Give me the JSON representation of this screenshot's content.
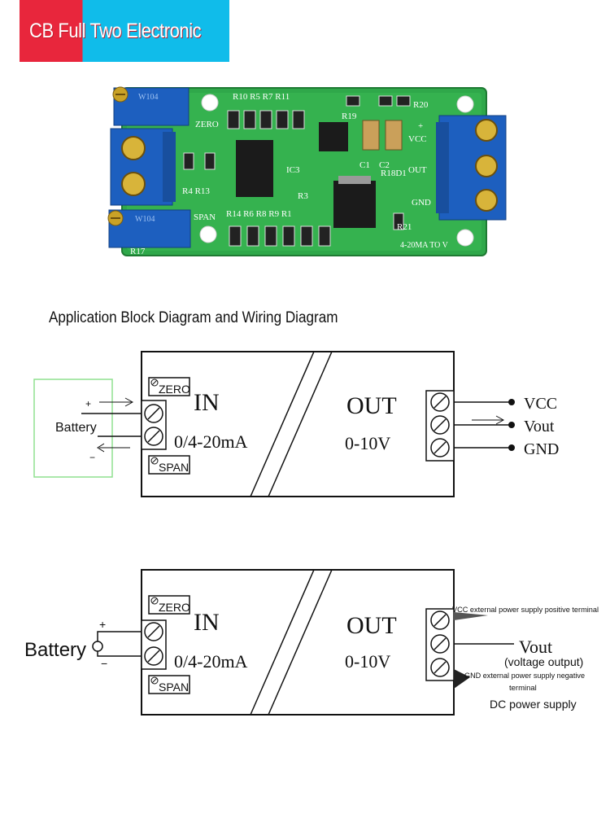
{
  "banner": {
    "text": "CB Full Two Electronic"
  },
  "pcb": {
    "labels": {
      "top_resistors": "R10 R5 R7 R11",
      "zero": "ZERO",
      "r19": "R19",
      "r20": "R20",
      "vcc": "VCC",
      "plus": "+",
      "c1": "C1",
      "c2": "C2",
      "r18d1": "R18D1",
      "out": "OUT",
      "ic3": "IC3",
      "r3": "R3",
      "gnd": "GND",
      "r4r13": "R4 R13",
      "span": "SPAN",
      "bottom_resistors": "R14 R6 R8 R9 R1",
      "r21": "R21",
      "r17": "R17",
      "board_title": "4-20MA TO V",
      "pot_code_top": "W104",
      "pot_code_bottom": "W104"
    }
  },
  "section": {
    "title": "Application Block Diagram and Wiring Diagram"
  },
  "diagram1": {
    "zero": "ZERO",
    "span": "SPAN",
    "in": "IN",
    "in_range": "0/4-20mA",
    "out": "OUT",
    "out_range": "0-10V",
    "battery": "Battery",
    "plus": "+",
    "minus": "−",
    "vcc": "VCC",
    "vout": "Vout",
    "gnd": "GND"
  },
  "diagram2": {
    "zero": "ZERO",
    "span": "SPAN",
    "in": "IN",
    "in_range": "0/4-20mA",
    "out": "OUT",
    "out_range": "0-10V",
    "battery": "Battery",
    "plus": "+",
    "minus": "−",
    "vcc_note": "VCC external power supply positive terminal",
    "vout": "Vout",
    "vout_note": "(voltage output)",
    "gnd_note_1": "GND external power supply negative",
    "gnd_note_2": "terminal",
    "dc_supply": "DC power supply"
  },
  "colors": {
    "banner_red": "#e8263c",
    "banner_blue": "#10bcea",
    "pcb_green": "#2fa84a",
    "terminal_blue": "#1d5fbf",
    "battery_box_green": "#8fe08f"
  }
}
